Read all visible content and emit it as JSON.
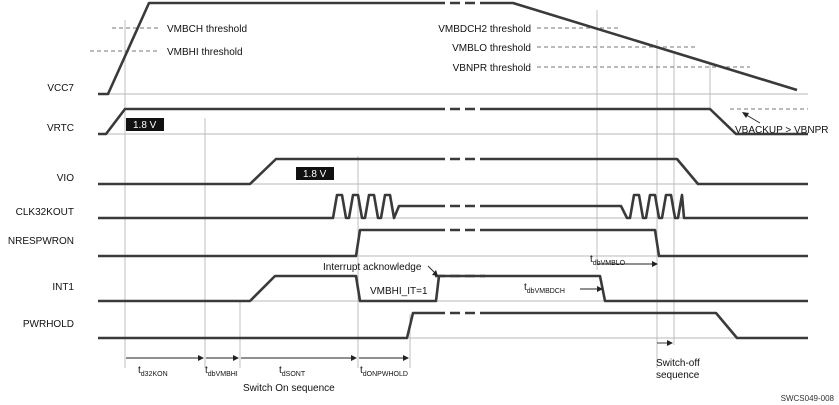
{
  "signals": {
    "vcc7": "VCC7",
    "vrtc": "VRTC",
    "vio": "VIO",
    "clk32kout": "CLK32KOUT",
    "nrespwron": "NRESPWRON",
    "int1": "INT1",
    "pwrhold": "PWRHOLD"
  },
  "thresholds": {
    "vmbch": "VMBCH threshold",
    "vmbhi": "VMBHI threshold",
    "vmbdch2": "VMBDCH2 threshold",
    "vmblo": "VMBLO threshold",
    "vbnpr": "VBNPR threshold"
  },
  "annotations": {
    "vrtc_level": "1.8 V",
    "vio_level": "1.8 V",
    "vbackup": "VBACKUP > VBNPR",
    "interrupt_ack": "Interrupt acknowledge",
    "vmbhi_it": "VMBHI_IT=1"
  },
  "timings": {
    "t_d32kon": {
      "main": "t",
      "sub": "d32KON"
    },
    "t_dbvmbhi": {
      "main": "t",
      "sub": "dbVMBHI"
    },
    "t_dsont": {
      "main": "t",
      "sub": "dSONT"
    },
    "t_donpwhold": {
      "main": "t",
      "sub": "dONPWHOLD"
    },
    "t_dbvmbdch": {
      "main": "t",
      "sub": "dbVMBDCH"
    },
    "t_dbvmblo": {
      "main": "t",
      "sub": "dbVMBLO"
    }
  },
  "sequences": {
    "switch_on": "Switch On sequence",
    "switch_off_1": "Switch-off",
    "switch_off_2": "sequence"
  },
  "figure_id": "SWCS049-008"
}
